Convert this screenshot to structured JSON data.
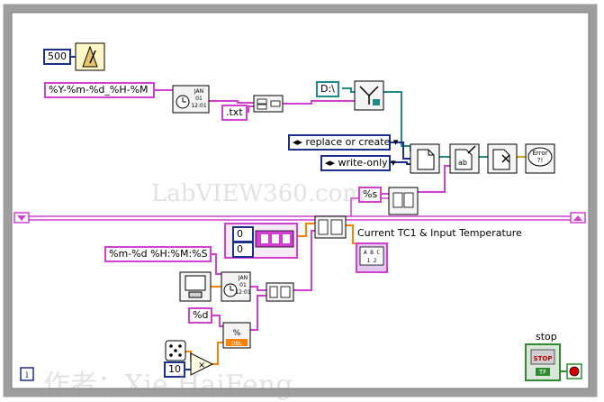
{
  "constants": {
    "wait_ms": "500",
    "date_format": "%Y-%m-%d_%H-%M",
    "extension": ".txt",
    "path": "D:\\",
    "open_mode": "replace or create",
    "access_mode": "write-only",
    "string_format": "%s",
    "time_format": "%m-%d %H:%M:%S",
    "number_format": "%d",
    "array_0": "0",
    "array_1": "0",
    "multiplier": "10"
  },
  "labels": {
    "graph_indicator": "Current TC1 & Input Temperature",
    "stop_label": "stop",
    "stop_button": "STOP",
    "tf_badge": "TF",
    "info_button": "i",
    "error_glyph": "Error ?!"
  },
  "icons": {
    "timestamp_line1": "JAN",
    "timestamp_line2": "01",
    "timestamp_line3": "12:01",
    "table_glyph": "A B C 1 2",
    "random_label": "DBL"
  },
  "watermarks": {
    "site": "LabVIEW360.com",
    "author": "作者：Xie HaiFeng"
  },
  "colors": {
    "string_wire": "#d23fd2",
    "path_wire": "#1e8b8b",
    "numeric_wire": "#1c2f8f",
    "frame": "#9e9e9e",
    "loop_border": "#777777"
  }
}
